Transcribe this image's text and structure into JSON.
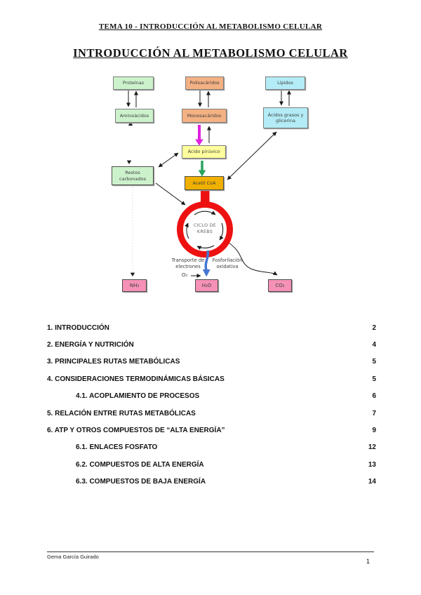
{
  "page": {
    "header": "TEMA 10 - INTRODUCCIÓN AL METABOLISMO CELULAR",
    "title": "INTRODUCCIÓN AL METABOLISMO CELULAR",
    "footer_author": "Gema García Guirado",
    "page_number": "1"
  },
  "diagram": {
    "boxes": {
      "proteinas": "Proteínas",
      "polisacaridos": "Polisacáridos",
      "lipidos": "Lípidos",
      "aminoacidos": "Aminoácidos",
      "monosacaridos": "Monosacáridos",
      "acidos_grasos": "Ácidos grasos y glicerina",
      "acido_piruvico": "Ácido pirúvico",
      "restos_carbonados": "Restos carbonados",
      "acetil_coa": "Acetil CoA",
      "nh3": "NH₃",
      "h2o": "H₂O",
      "co2": "CO₂"
    },
    "labels": {
      "ciclo_krebs": "CICLO DE KREBS",
      "transporte": "Transporte de electrones",
      "fosforilacion": "Fosforilación oxidativa",
      "o2": "O₂"
    }
  },
  "toc": {
    "items": [
      {
        "label": "1. INTRODUCCIÓN",
        "page": "2"
      },
      {
        "label": "2. ENERGÍA Y NUTRICIÓN",
        "page": "4"
      },
      {
        "label": "3. PRINCIPALES RUTAS METABÓLICAS",
        "page": "5"
      },
      {
        "label": "4. CONSIDERACIONES TERMODINÁMICAS BÁSICAS",
        "page": "5"
      },
      {
        "label": "4.1. ACOPLAMIENTO DE PROCESOS",
        "page": "6"
      },
      {
        "label": "5. RELACIÓN ENTRE RUTAS METABÓLICAS",
        "page": "7"
      },
      {
        "label": "6. ATP Y OTROS COMPUESTOS DE “ALTA ENERGÍA”",
        "page": "9"
      },
      {
        "label": "6.1. ENLACES FOSFATO",
        "page": "12"
      },
      {
        "label": "6.2. COMPUESTOS DE ALTA ENERGÍA",
        "page": "13"
      },
      {
        "label": "6.3. COMPUESTOS DE BAJA ENERGÍA",
        "page": "14"
      }
    ]
  },
  "colors": {
    "box-green": "#ccf2cc",
    "box-orange": "#f4b183",
    "box-cyan": "#b3ecf6",
    "box-yellow": "#ffff9e",
    "box-gold": "#f0b000",
    "box-pink": "#f591b6",
    "krebs-red": "#ee1111",
    "arrow-magenta": "#e020e0",
    "arrow-green": "#2aa25e",
    "arrow-blue": "#4576d2",
    "arrow-black": "#1a1a1a"
  }
}
